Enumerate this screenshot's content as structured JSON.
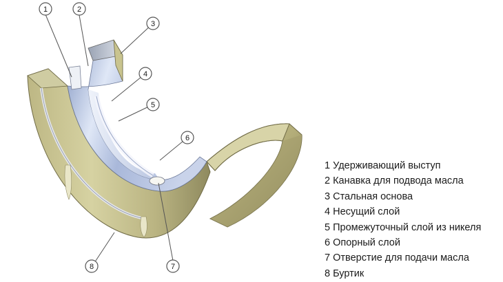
{
  "callouts": [
    "1",
    "2",
    "3",
    "4",
    "5",
    "6",
    "7",
    "8"
  ],
  "legend": [
    {
      "num": "1",
      "text": "Удерживающий выступ"
    },
    {
      "num": "2",
      "text": "Канавка для подвода масла"
    },
    {
      "num": "3",
      "text": "Стальная основа"
    },
    {
      "num": "4",
      "text": "Несущий слой"
    },
    {
      "num": "5",
      "text": "Промежуточный слой из никеля"
    },
    {
      "num": "6",
      "text": "Опорный слой"
    },
    {
      "num": "7",
      "text": "Отверстие для подачи масла"
    },
    {
      "num": "8",
      "text": "Буртик"
    }
  ],
  "colors": {
    "steel_outer": "#c9c48f",
    "steel_dark": "#8f8a60",
    "bearing_layer": "#d9dbe0",
    "nickel_layer": "#a9adb5",
    "inner_surface": "#b8c7e6",
    "callout_stroke": "#555555"
  }
}
